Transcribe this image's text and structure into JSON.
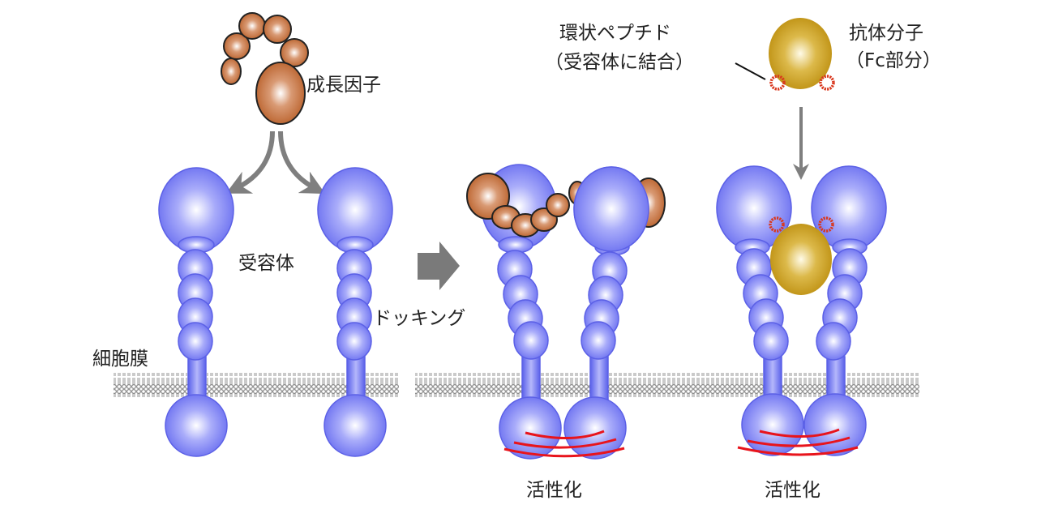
{
  "labels": {
    "growth_factor": "成長因子",
    "receptor": "受容体",
    "cell_membrane": "細胞膜",
    "docking": "ドッキング",
    "cyclic_peptide_line1": "環状ペプチド",
    "cyclic_peptide_line2": "（受容体に結合）",
    "antibody_line1": "抗体分子",
    "antibody_line2": "（Fc部分）",
    "activation_1": "活性化",
    "activation_2": "活性化"
  },
  "colors": {
    "receptor": "#6f74f2",
    "growth_factor": "#c0652b",
    "antibody": "#c49a12",
    "peptide": "#d9381e",
    "activation_arc": "#e8141c",
    "arrow": "#7f7f7f",
    "membrane": "#999999"
  }
}
